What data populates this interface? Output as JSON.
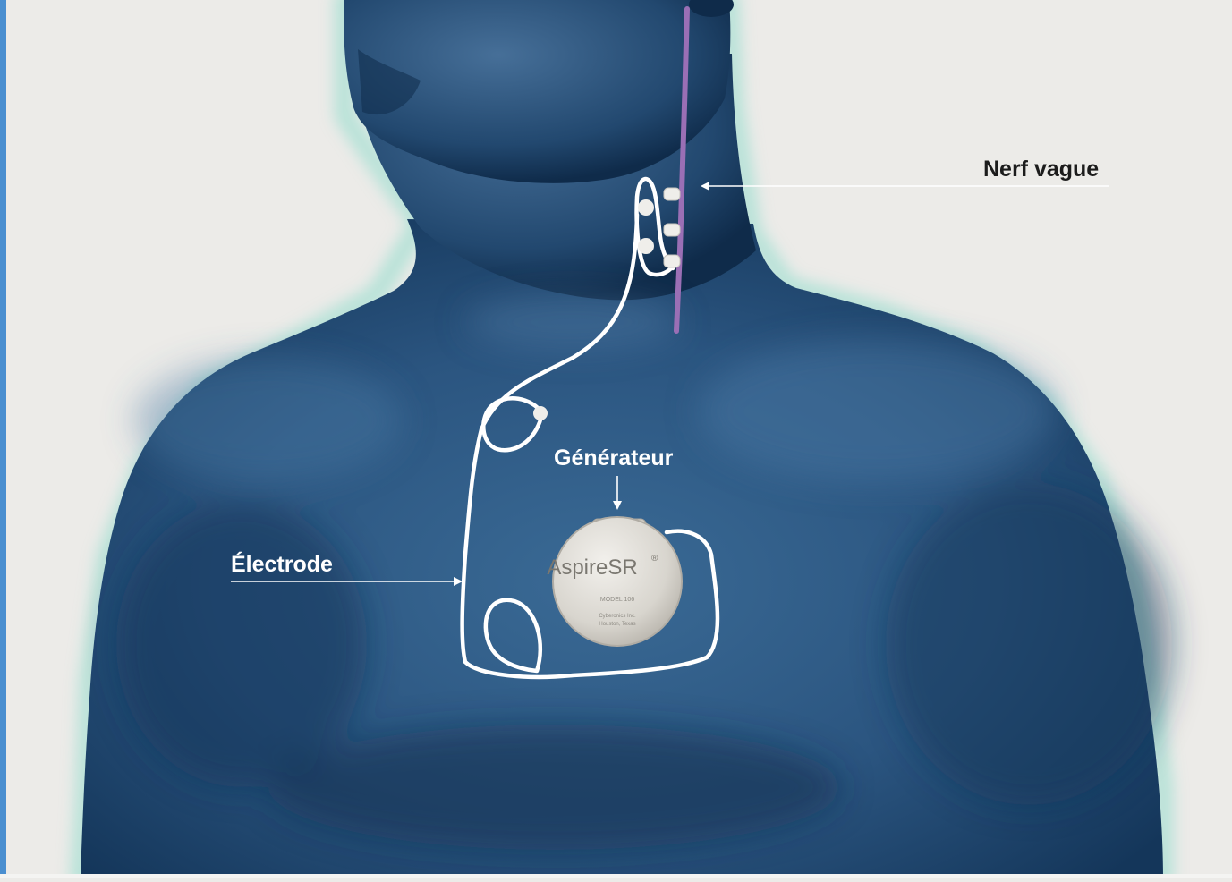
{
  "labels": {
    "vagus_nerve": "Nerf vague",
    "generator": "Générateur",
    "electrode": "Électrode"
  },
  "device": {
    "brand": "AspireSR",
    "trademark": "®",
    "model_line": "MODEL 106",
    "maker_line1": "Cyberonics Inc.",
    "maker_line2": "Houston, Texas"
  },
  "colors": {
    "background": "#ecebe8",
    "body": "#2c5680",
    "body_dark": "#0f2b4a",
    "body_glow": "#a9e0d4",
    "lead_wire": "#ffffff",
    "nerf": "#9a6fb5",
    "generator": "#dedbd4",
    "accent_border": "#4a8fd0"
  }
}
